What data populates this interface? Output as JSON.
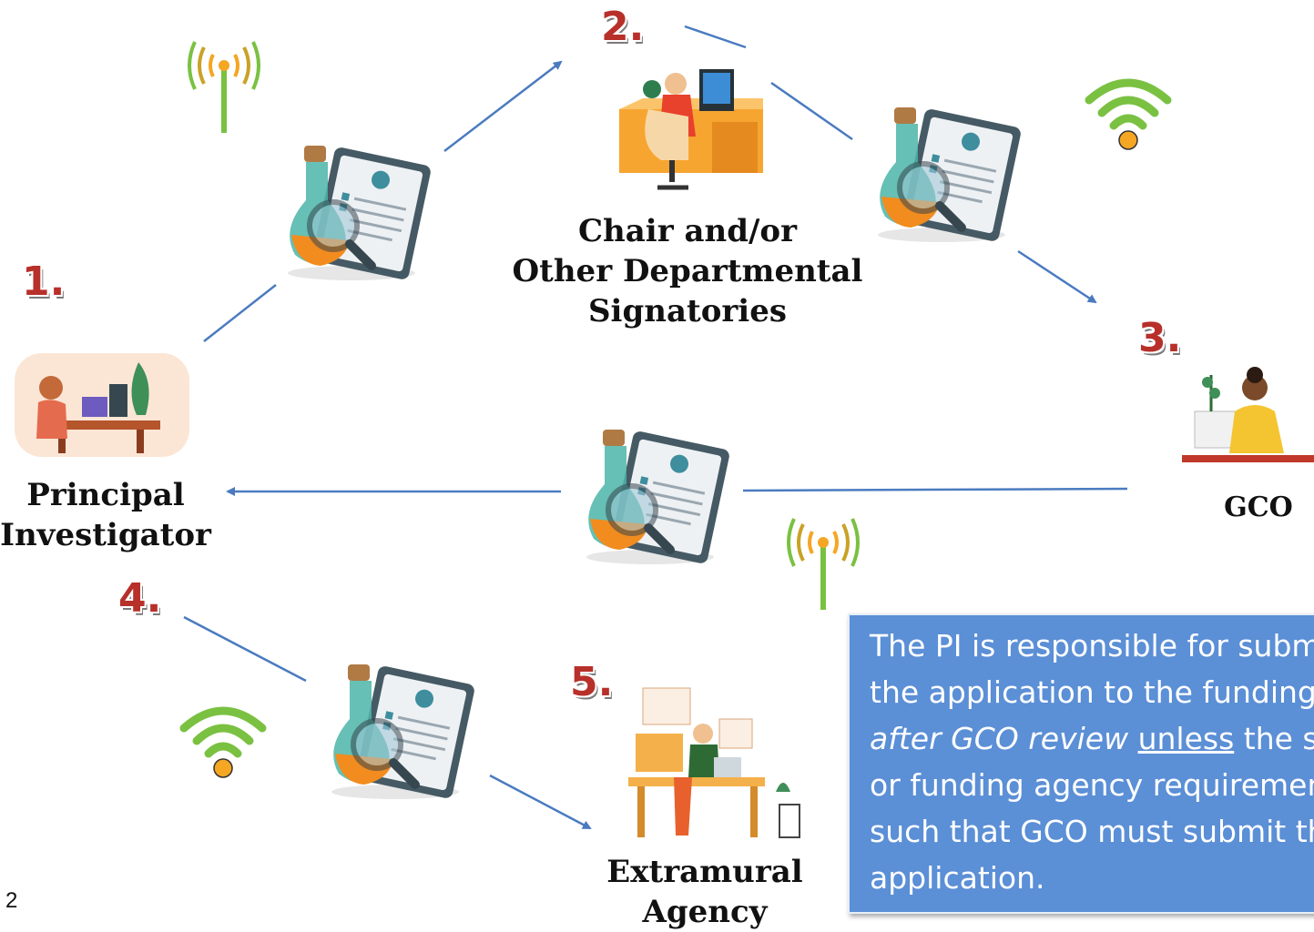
{
  "nodes": {
    "pi": {
      "label_line1": "Principal",
      "label_line2": "Investigator",
      "step": "1."
    },
    "chair": {
      "label_line1": "Chair and/or",
      "label_line2": "Other Departmental",
      "label_line3": "Signatories",
      "step": "2."
    },
    "gco": {
      "label": "GCO",
      "step": "3."
    },
    "submit": {
      "step": "4."
    },
    "agency": {
      "label_line1": "Extramural",
      "label_line2": "Agency",
      "step": "5."
    }
  },
  "note": {
    "line1": "The PI is responsible for submitting",
    "line2": "the application to the funding agency",
    "line3_em": "after GCO review",
    "line3_u": "unless",
    "line3_rest": "the system",
    "line4": "or funding agency requirements are",
    "line5": "such that GCO must submit the",
    "line6": "application."
  },
  "slide_number": "2",
  "icons": [
    "proposal-document-icon",
    "antenna-signal-icon",
    "wifi-signal-icon"
  ],
  "colors": {
    "arrow": "#4a7bc0",
    "step_number": "#b8302a",
    "note_bg": "#5b8fd6",
    "signal_green": "#7ac142",
    "signal_orange": "#f5a623"
  }
}
